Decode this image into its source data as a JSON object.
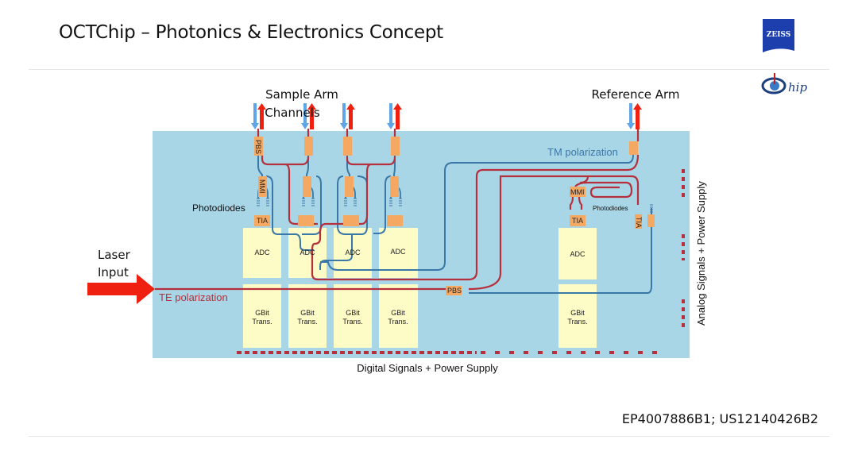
{
  "slide": {
    "title": "OCTChip – Photonics & Electronics Concept",
    "patent_numbers": "EP4007886B1; US12140426B2",
    "logos": {
      "company": "ZEISS",
      "project": "hip"
    }
  },
  "diagram": {
    "sample_arm_label_line1": "Sample Arm",
    "sample_arm_label_line2": "Channels",
    "reference_arm_label": "Reference Arm",
    "laser_input_line1": "Laser",
    "laser_input_line2": "Input",
    "te_polarization": "TE polarization",
    "tm_polarization": "TM polarization",
    "photodiodes_label": "Photodiodes",
    "photodiodes_ref_label": "Photodiodes",
    "digital_signals": "Digital Signals + Power Supply",
    "analog_signals": "Analog Signals + Power Supply",
    "pbs": "PBS",
    "mmi": "MMI",
    "tia": "TIA",
    "adc": "ADC",
    "gbit_line1": "GBit",
    "gbit_line2": "Trans.",
    "colors": {
      "chip_background": "#a9d6e6",
      "block_fill": "#fdfbc6",
      "component_fill": "#f4a862",
      "red_waveguide": "#b5303c",
      "blue_waveguide": "#3a78a8",
      "laser_arrow": "#f02010",
      "in_arrow": "#5ea5e8",
      "zeiss_blue": "#1d3fae"
    }
  }
}
